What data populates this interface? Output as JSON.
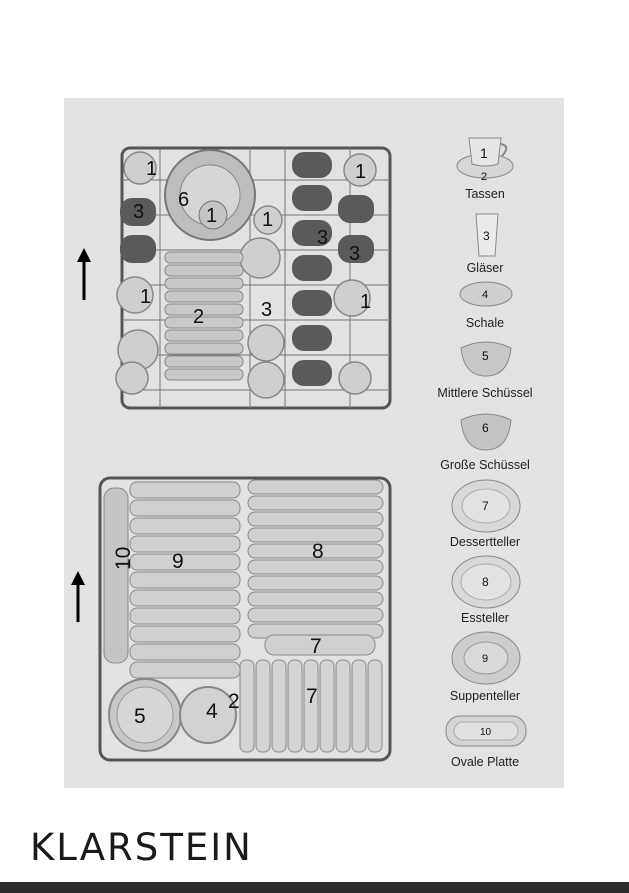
{
  "rack_labels": {
    "upper": [
      "1",
      "6",
      "1",
      "1",
      "3",
      "1",
      "3",
      "3",
      "1",
      "2",
      "3",
      "1",
      "1"
    ],
    "lower": [
      "9",
      "8",
      "10",
      "7",
      "7",
      "5",
      "4",
      "2"
    ]
  },
  "legend": [
    {
      "id": "tassen",
      "label": "Tassen",
      "icon": "cup-and-saucer-icon",
      "nums": [
        "1",
        "2"
      ]
    },
    {
      "id": "glaeser",
      "label": "Gläser",
      "icon": "glass-icon",
      "nums": [
        "3"
      ]
    },
    {
      "id": "schale",
      "label": "Schale",
      "icon": "small-bowl-icon",
      "nums": [
        "4"
      ]
    },
    {
      "id": "mittlere",
      "label": "Mittlere Schüssel",
      "icon": "medium-bowl-icon",
      "nums": [
        "5"
      ]
    },
    {
      "id": "grosse",
      "label": "Große Schüssel",
      "icon": "large-bowl-icon",
      "nums": [
        "6"
      ]
    },
    {
      "id": "dessert",
      "label": "Dessertteller",
      "icon": "dessert-plate-icon",
      "nums": [
        "7"
      ]
    },
    {
      "id": "ess",
      "label": "Essteller",
      "icon": "dinner-plate-icon",
      "nums": [
        "8"
      ]
    },
    {
      "id": "suppe",
      "label": "Suppenteller",
      "icon": "soup-plate-icon",
      "nums": [
        "9"
      ]
    },
    {
      "id": "oval",
      "label": "Ovale Platte",
      "icon": "oval-platter-icon",
      "nums": [
        "10"
      ]
    }
  ],
  "brand": "KLARSTEIN"
}
